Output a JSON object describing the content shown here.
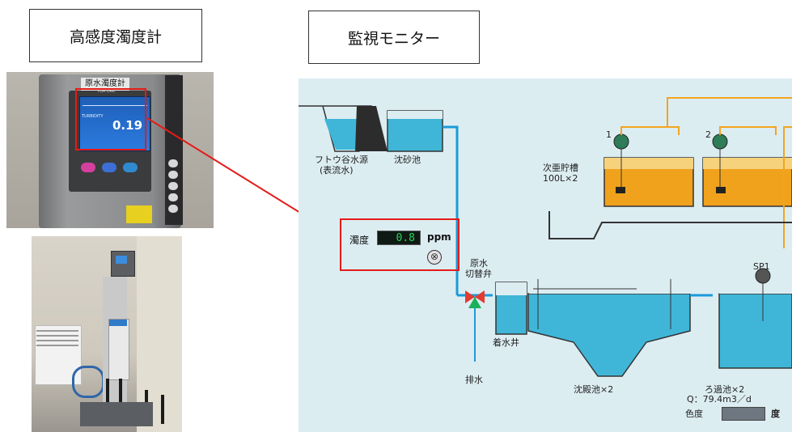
{
  "labels": {
    "meter": "高感度濁度計",
    "monitor": "監視モニター"
  },
  "meter_photo": {
    "plate": "原水濁度計",
    "brand": "TOA DKK",
    "screen_label": "TURBIDITY",
    "screen_value": "0.19"
  },
  "monitor": {
    "source": [
      "フトウ谷水源",
      "(表流水)"
    ],
    "grit": "沈砂池",
    "chlorine_tank": [
      "次亜貯槽",
      "100L×2"
    ],
    "pump1": "1",
    "pump2": "2",
    "turbidity_label": "濁度",
    "turbidity_value": "0.8",
    "turbidity_unit": "ppm",
    "switch_valve": [
      "原水",
      "切替弁"
    ],
    "receiving_well": "着水井",
    "drain": "排水",
    "sedimentation": "沈殿池×2",
    "sp": "SP1",
    "filter": [
      "ろ過池×2",
      "Q：79.4m3／d"
    ],
    "color_label": "色度",
    "color_unit": "度"
  },
  "colors": {
    "highlight": "#e51b17",
    "water": "#3fb6d8",
    "tank_fill": "#f0a21c",
    "pipe": "#f3a41d",
    "flow": "#1b9ad9",
    "background": "#dcedf2"
  }
}
